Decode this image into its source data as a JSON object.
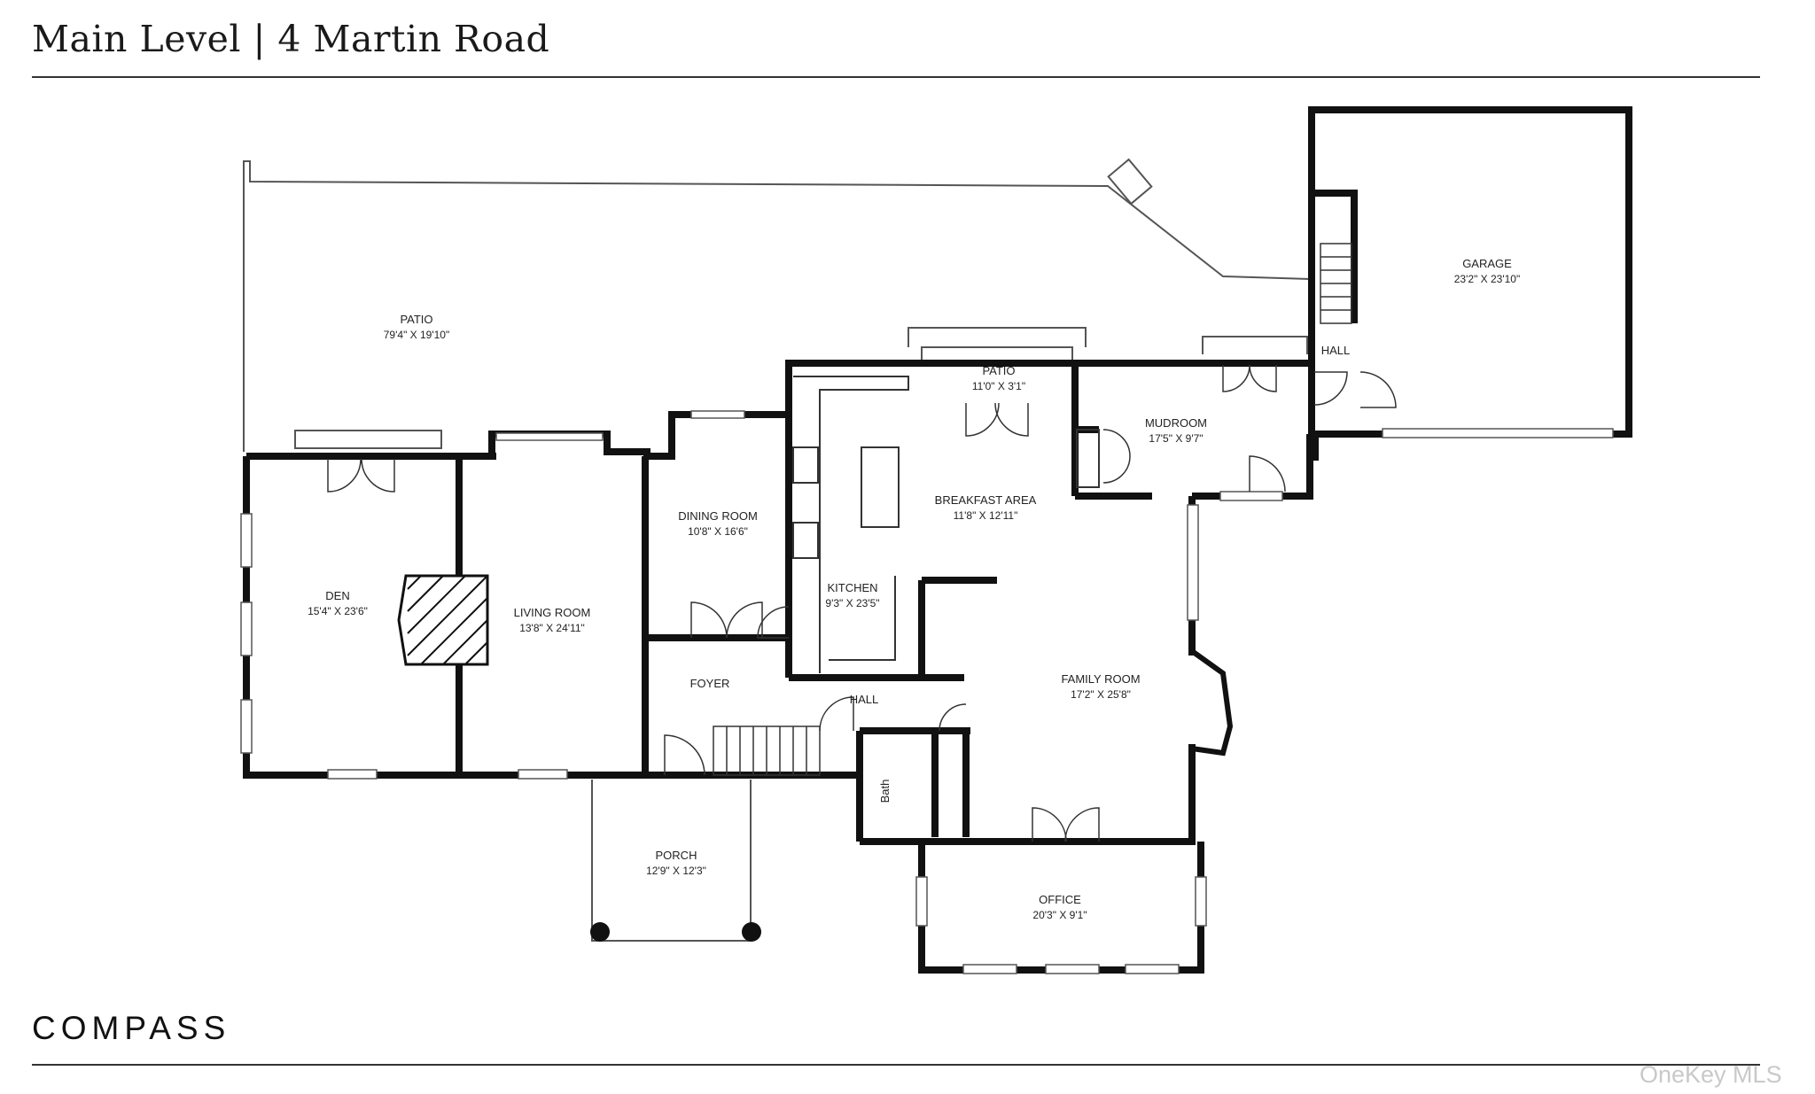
{
  "title": "Main Level | 4 Martin Road",
  "brand": "COMPASS",
  "watermark": "OneKey MLS",
  "rooms": [
    {
      "id": "patio",
      "name": "PATIO",
      "dims": "79'4\" X 19'10\""
    },
    {
      "id": "garage",
      "name": "GARAGE",
      "dims": "23'2\" X 23'10\""
    },
    {
      "id": "hall-garage",
      "name": "HALL",
      "dims": ""
    },
    {
      "id": "patio-small",
      "name": "PATIO",
      "dims": "11'0\" X 3'1\""
    },
    {
      "id": "mudroom",
      "name": "MUDROOM",
      "dims": "17'5\" X 9'7\""
    },
    {
      "id": "breakfast",
      "name": "BREAKFAST AREA",
      "dims": "11'8\" X 12'11\""
    },
    {
      "id": "dining",
      "name": "DINING ROOM",
      "dims": "10'8\" X 16'6\""
    },
    {
      "id": "den",
      "name": "DEN",
      "dims": "15'4\" X 23'6\""
    },
    {
      "id": "living",
      "name": "LIVING ROOM",
      "dims": "13'8\" X 24'11\""
    },
    {
      "id": "kitchen",
      "name": "KITCHEN",
      "dims": "9'3\" X 23'5\""
    },
    {
      "id": "foyer",
      "name": "FOYER",
      "dims": ""
    },
    {
      "id": "hall-main",
      "name": "HALL",
      "dims": ""
    },
    {
      "id": "family",
      "name": "FAMILY ROOM",
      "dims": "17'2\" X 25'8\""
    },
    {
      "id": "bath",
      "name": "Bath",
      "dims": ""
    },
    {
      "id": "porch",
      "name": "PORCH",
      "dims": "12'9\" X 12'3\""
    },
    {
      "id": "office",
      "name": "OFFICE",
      "dims": "20'3\" X 9'1\""
    }
  ]
}
